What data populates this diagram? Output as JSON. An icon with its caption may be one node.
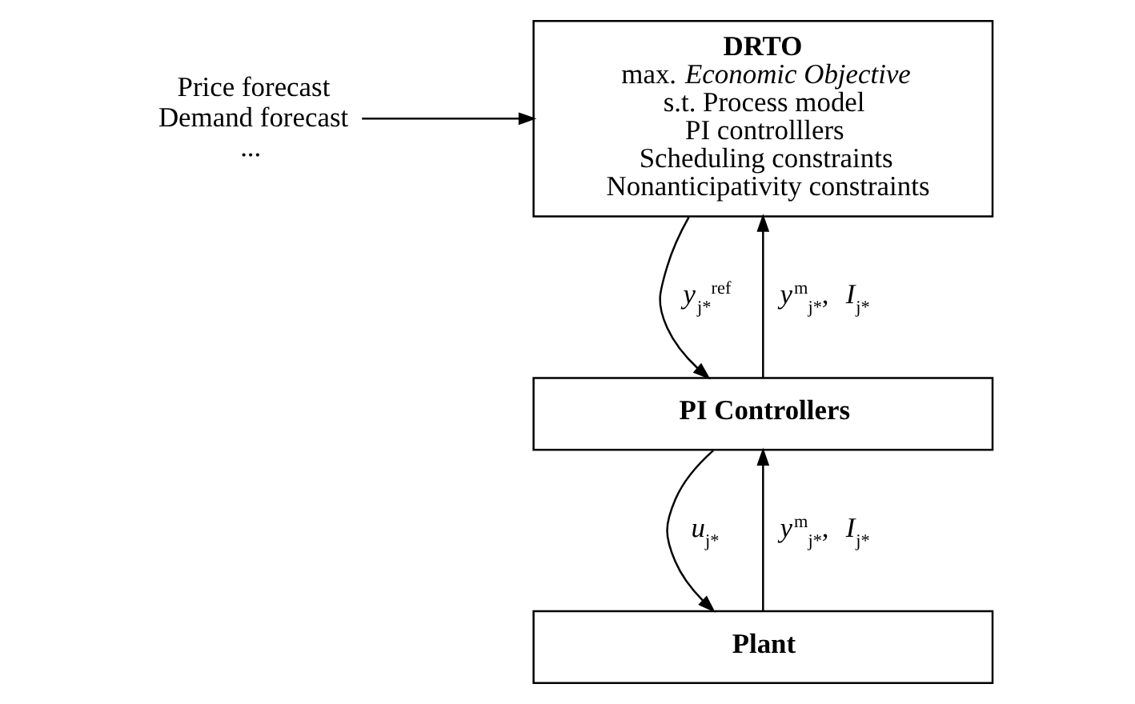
{
  "diagram": {
    "nodes": [
      {
        "text": [
          "**DRTO**",
          "max. *Economic Objective*",
          "s.t. Process model",
          "PI controlllers",
          "Scheduling constraints",
          "Nonanticipativity constraints"
        ]
      },
      {
        "text": [
          "**PI Controllers**"
        ]
      },
      {
        "text": [
          "**Plant**"
        ]
      },
      {
        "text": [
          "Price forecast",
          "Demand forecast",
          "..."
        ]
      }
    ],
    "edges": [
      {
        "from": 3,
        "to": 0,
        "arrow": "to"
      },
      {
        "from": 0,
        "to": 1,
        "arrow": "to",
        "label": "*y*$_{j*}$$^{ref}$"
      },
      {
        "from": 1,
        "to": 0,
        "arrow": "to",
        "label": "*y*$^{m}$$_{j*}$,  *I*$_{j*}$"
      },
      {
        "from": 1,
        "to": 2,
        "arrow": "to",
        "label": "*u*$_{j*}$"
      },
      {
        "from": 2,
        "to": 1,
        "arrow": "to",
        "label": "*y*$^{m}$$_{j*}$,  *I*$_{j*}$"
      }
    ]
  }
}
